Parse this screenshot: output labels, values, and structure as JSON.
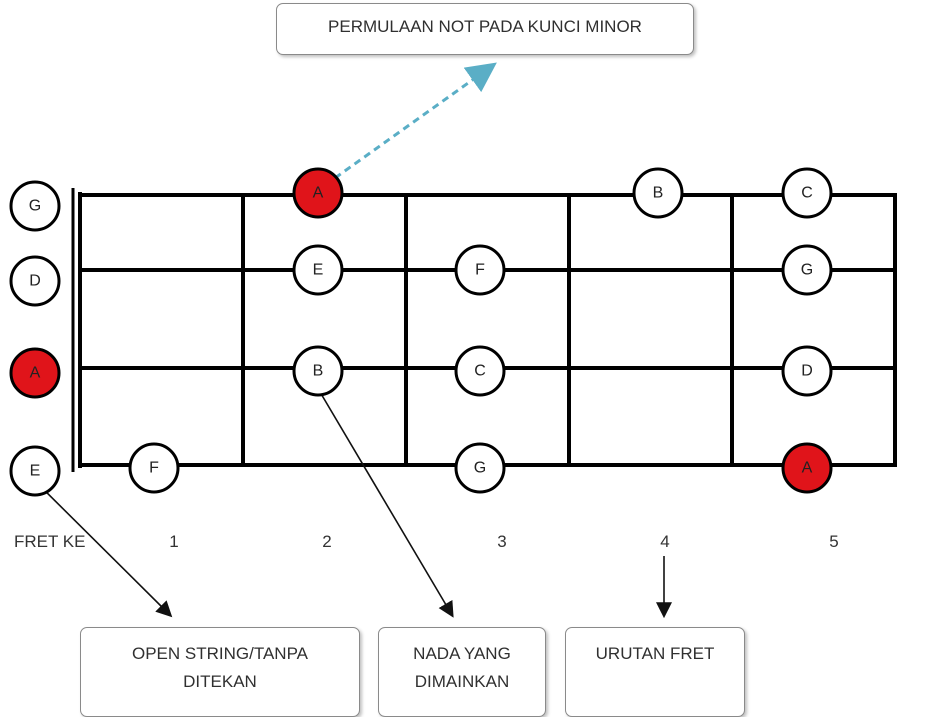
{
  "callouts": {
    "top": "PERMULAAN NOT PADA KUNCI MINOR",
    "open_line1": "OPEN STRING/TANPA",
    "open_line2": "DITEKAN",
    "nada_line1": "NADA YANG",
    "nada_line2": "DIMAINKAN",
    "urutan": "URUTAN FRET"
  },
  "fret_label": "FRET KE",
  "fret_numbers": [
    "1",
    "2",
    "3",
    "4",
    "5"
  ],
  "colors": {
    "highlight": "#e0141a",
    "plain": "#ffffff",
    "outline": "#000000",
    "dashed_arrow": "#5aaec6"
  },
  "open_strings": [
    {
      "note": "G",
      "highlight": false
    },
    {
      "note": "D",
      "highlight": false
    },
    {
      "note": "A",
      "highlight": true
    },
    {
      "note": "E",
      "highlight": false
    }
  ],
  "fretted_notes": [
    {
      "string": 1,
      "fret": 2,
      "note": "A",
      "highlight": true
    },
    {
      "string": 1,
      "fret": 4,
      "note": "B",
      "highlight": false
    },
    {
      "string": 1,
      "fret": 5,
      "note": "C",
      "highlight": false
    },
    {
      "string": 2,
      "fret": 2,
      "note": "E",
      "highlight": false
    },
    {
      "string": 2,
      "fret": 3,
      "note": "F",
      "highlight": false
    },
    {
      "string": 2,
      "fret": 5,
      "note": "G",
      "highlight": false
    },
    {
      "string": 3,
      "fret": 2,
      "note": "B",
      "highlight": false
    },
    {
      "string": 3,
      "fret": 3,
      "note": "C",
      "highlight": false
    },
    {
      "string": 3,
      "fret": 5,
      "note": "D",
      "highlight": false
    },
    {
      "string": 4,
      "fret": 1,
      "note": "F",
      "highlight": false
    },
    {
      "string": 4,
      "fret": 3,
      "note": "G",
      "highlight": false
    },
    {
      "string": 4,
      "fret": 5,
      "note": "A",
      "highlight": true
    }
  ]
}
